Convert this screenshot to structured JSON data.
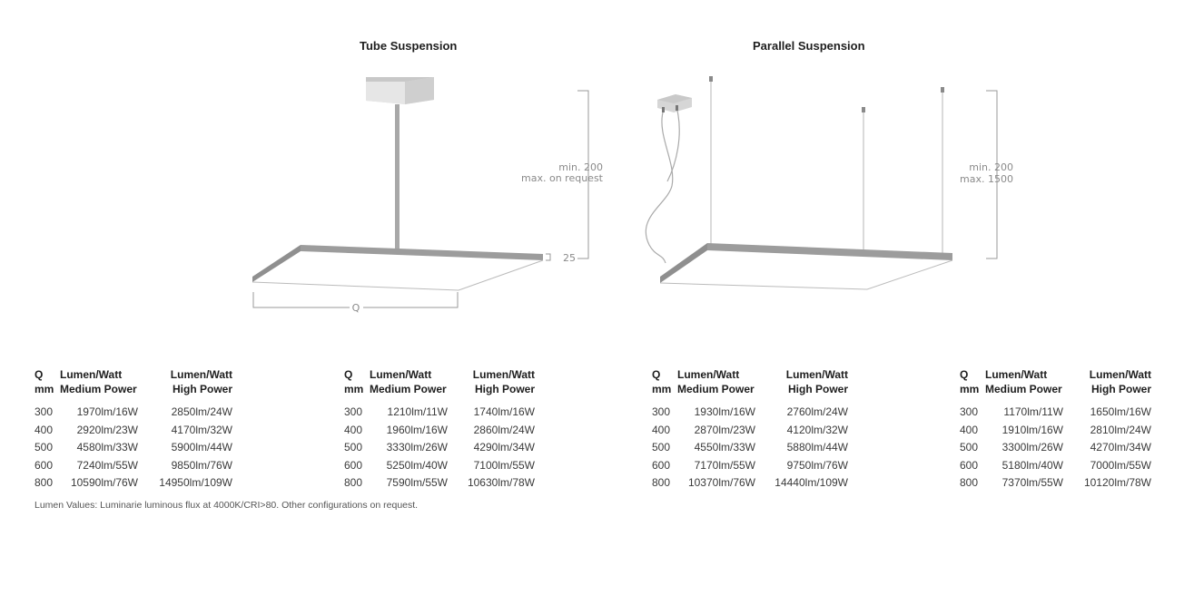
{
  "titles": {
    "tube": "Tube Suspension",
    "parallel": "Parallel Suspension"
  },
  "dimensions": {
    "tube": {
      "line1": "min. 200",
      "line2": "max. on request",
      "height": "25",
      "width": "Q"
    },
    "parallel": {
      "line1": "min. 200",
      "line2": "max. 1500"
    }
  },
  "tables": [
    {
      "header": {
        "q1": "Q",
        "q2": "mm",
        "m1": "Lumen/Watt",
        "m2": "Medium Power",
        "h1": "Lumen/Watt",
        "h2": "High Power"
      },
      "rows": [
        {
          "q": "300",
          "m": "1970lm/16W",
          "h": "2850lm/24W"
        },
        {
          "q": "400",
          "m": "2920lm/23W",
          "h": "4170lm/32W"
        },
        {
          "q": "500",
          "m": "4580lm/33W",
          "h": "5900lm/44W"
        },
        {
          "q": "600",
          "m": "7240lm/55W",
          "h": "9850lm/76W"
        },
        {
          "q": "800",
          "m": "10590lm/76W",
          "h": "14950lm/109W"
        }
      ]
    },
    {
      "header": {
        "q1": "Q",
        "q2": "mm",
        "m1": "Lumen/Watt",
        "m2": "Medium Power",
        "h1": "Lumen/Watt",
        "h2": "High Power"
      },
      "rows": [
        {
          "q": "300",
          "m": "1210lm/11W",
          "h": "1740lm/16W"
        },
        {
          "q": "400",
          "m": "1960lm/16W",
          "h": "2860lm/24W"
        },
        {
          "q": "500",
          "m": "3330lm/26W",
          "h": "4290lm/34W"
        },
        {
          "q": "600",
          "m": "5250lm/40W",
          "h": "7100lm/55W"
        },
        {
          "q": "800",
          "m": "7590lm/55W",
          "h": "10630lm/78W"
        }
      ]
    },
    {
      "header": {
        "q1": "Q",
        "q2": "mm",
        "m1": "Lumen/Watt",
        "m2": "Medium Power",
        "h1": "Lumen/Watt",
        "h2": "High Power"
      },
      "rows": [
        {
          "q": "300",
          "m": "1930lm/16W",
          "h": "2760lm/24W"
        },
        {
          "q": "400",
          "m": "2870lm/23W",
          "h": "4120lm/32W"
        },
        {
          "q": "500",
          "m": "4550lm/33W",
          "h": "5880lm/44W"
        },
        {
          "q": "600",
          "m": "7170lm/55W",
          "h": "9750lm/76W"
        },
        {
          "q": "800",
          "m": "10370lm/76W",
          "h": "14440lm/109W"
        }
      ]
    },
    {
      "header": {
        "q1": "Q",
        "q2": "mm",
        "m1": "Lumen/Watt",
        "m2": "Medium Power",
        "h1": "Lumen/Watt",
        "h2": "High Power"
      },
      "rows": [
        {
          "q": "300",
          "m": "1170lm/11W",
          "h": "1650lm/16W"
        },
        {
          "q": "400",
          "m": "1910lm/16W",
          "h": "2810lm/24W"
        },
        {
          "q": "500",
          "m": "3300lm/26W",
          "h": "4270lm/34W"
        },
        {
          "q": "600",
          "m": "5180lm/40W",
          "h": "7000lm/55W"
        },
        {
          "q": "800",
          "m": "7370lm/55W",
          "h": "10120lm/78W"
        }
      ]
    }
  ],
  "footnote": "Lumen Values: Luminarie luminous flux at 4000K/CRI>80. Other configurations on request."
}
